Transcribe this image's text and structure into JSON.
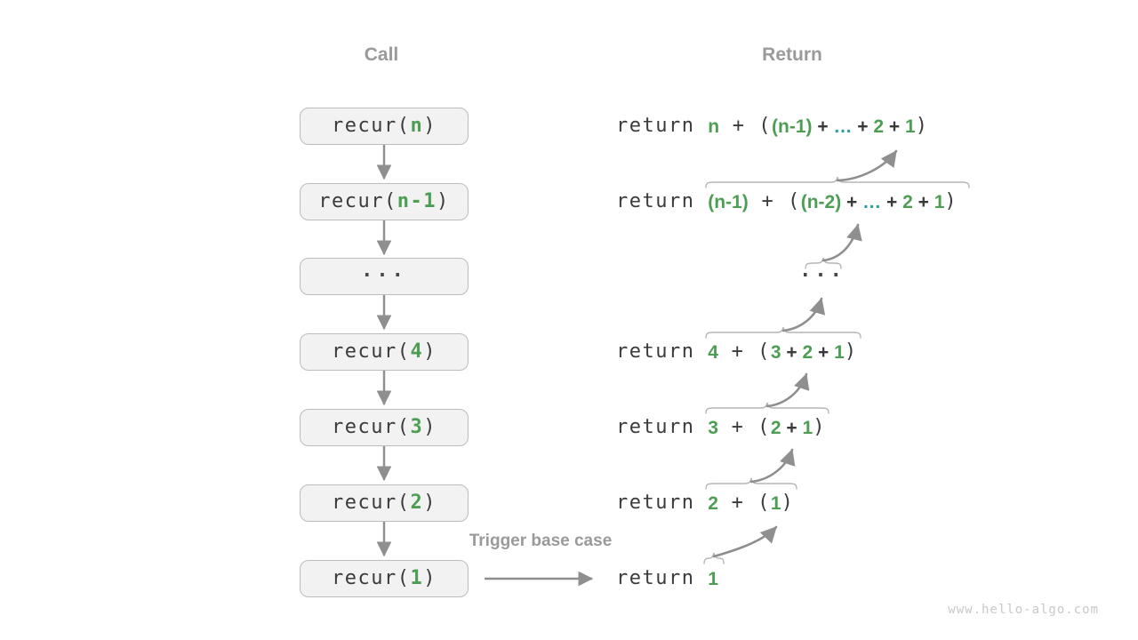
{
  "headers": {
    "call": "Call",
    "return": "Return"
  },
  "trigger_label": "Trigger base case",
  "watermark": "www.hello-algo.com",
  "colors": {
    "green": "#4d9e53",
    "teal": "#2a9d9e",
    "code": "#3b3b3b",
    "dark": "#3a3a3a",
    "muted": "#9a9a9a",
    "arrow": "#8f8f8f",
    "box_bg": "#f2f2f2",
    "box_border": "#bcbcbc",
    "brace": "#b5b5b5",
    "dots": "#474747",
    "watermark": "#c8c8c8"
  },
  "call_stack": [
    {
      "segments": [
        {
          "text": "recur(",
          "style": "code"
        },
        {
          "text": "n",
          "style": "green-code"
        },
        {
          "text": ")",
          "style": "code"
        }
      ]
    },
    {
      "segments": [
        {
          "text": "recur(",
          "style": "code"
        },
        {
          "text": "n-1",
          "style": "green-code"
        },
        {
          "text": ")",
          "style": "code"
        }
      ]
    },
    {
      "segments": [
        {
          "text": "···",
          "style": "dots"
        }
      ]
    },
    {
      "segments": [
        {
          "text": "recur(",
          "style": "code"
        },
        {
          "text": "4",
          "style": "green-code"
        },
        {
          "text": ")",
          "style": "code"
        }
      ]
    },
    {
      "segments": [
        {
          "text": "recur(",
          "style": "code"
        },
        {
          "text": "3",
          "style": "green-code"
        },
        {
          "text": ")",
          "style": "code"
        }
      ]
    },
    {
      "segments": [
        {
          "text": "recur(",
          "style": "code"
        },
        {
          "text": "2",
          "style": "green-code"
        },
        {
          "text": ")",
          "style": "code"
        }
      ]
    },
    {
      "segments": [
        {
          "text": "recur(",
          "style": "code"
        },
        {
          "text": "1",
          "style": "green-code"
        },
        {
          "text": ")",
          "style": "code"
        }
      ]
    }
  ],
  "return_lines": [
    {
      "segments": [
        {
          "text": "return ",
          "style": "code"
        },
        {
          "text": "n",
          "style": "green-bold"
        },
        {
          "text": " + (",
          "style": "code"
        },
        {
          "text": "(n-1)",
          "style": "green-bold"
        },
        {
          "text": " + ",
          "style": "dark-bold"
        },
        {
          "text": "…",
          "style": "teal-bold"
        },
        {
          "text": " + ",
          "style": "dark-bold"
        },
        {
          "text": "2",
          "style": "green-bold"
        },
        {
          "text": " + ",
          "style": "dark-bold"
        },
        {
          "text": "1",
          "style": "green-bold"
        },
        {
          "text": ")",
          "style": "code"
        }
      ]
    },
    {
      "segments": [
        {
          "text": "return ",
          "style": "code"
        },
        {
          "text": "(n-1)",
          "style": "green-bold"
        },
        {
          "text": " + (",
          "style": "code"
        },
        {
          "text": "(n-2)",
          "style": "green-bold"
        },
        {
          "text": " + ",
          "style": "dark-bold"
        },
        {
          "text": "…",
          "style": "teal-bold"
        },
        {
          "text": " + ",
          "style": "dark-bold"
        },
        {
          "text": "2",
          "style": "green-bold"
        },
        {
          "text": " + ",
          "style": "dark-bold"
        },
        {
          "text": "1",
          "style": "green-bold"
        },
        {
          "text": ")",
          "style": "code"
        }
      ]
    },
    {
      "segments": [
        {
          "text": "···",
          "style": "dots"
        }
      ]
    },
    {
      "segments": [
        {
          "text": "return ",
          "style": "code"
        },
        {
          "text": "4",
          "style": "green-bold"
        },
        {
          "text": " + (",
          "style": "code"
        },
        {
          "text": "3",
          "style": "green-bold"
        },
        {
          "text": " + ",
          "style": "dark-bold"
        },
        {
          "text": "2",
          "style": "green-bold"
        },
        {
          "text": " + ",
          "style": "dark-bold"
        },
        {
          "text": "1",
          "style": "green-bold"
        },
        {
          "text": ")",
          "style": "code"
        }
      ]
    },
    {
      "segments": [
        {
          "text": "return ",
          "style": "code"
        },
        {
          "text": "3",
          "style": "green-bold"
        },
        {
          "text": " + (",
          "style": "code"
        },
        {
          "text": "2",
          "style": "green-bold"
        },
        {
          "text": " + ",
          "style": "dark-bold"
        },
        {
          "text": "1",
          "style": "green-bold"
        },
        {
          "text": ")",
          "style": "code"
        }
      ]
    },
    {
      "segments": [
        {
          "text": "return ",
          "style": "code"
        },
        {
          "text": "2",
          "style": "green-bold"
        },
        {
          "text": " + (",
          "style": "code"
        },
        {
          "text": "1",
          "style": "green-bold"
        },
        {
          "text": ")",
          "style": "code"
        }
      ]
    },
    {
      "segments": [
        {
          "text": "return ",
          "style": "code"
        },
        {
          "text": "1",
          "style": "green-bold"
        }
      ]
    }
  ]
}
